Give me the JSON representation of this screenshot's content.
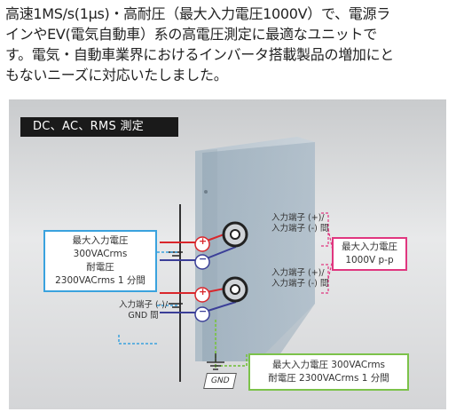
{
  "intro": {
    "lines": [
      "高速1MS/s(1μs)・高耐圧（最大入力電圧1000V）で、電源ラ",
      "インやEV(電気自動車）系の高電圧測定に最適なユニットで",
      "す。電気・自動車業界におけるインバータ搭載製品の増加にと",
      "もないニーズに対応いたしました。"
    ]
  },
  "figure": {
    "tag": "DC、AC、RMS 測定",
    "terminal_top": [
      "入力端子 (+)/",
      "入力端子 (-) 間"
    ],
    "terminal_bottom": [
      "入力端子 (+)/",
      "入力端子 (-) 間"
    ],
    "gnd_side": [
      "入力端子 (-)/",
      "GND 間"
    ],
    "blue_box": [
      "最大入力電圧",
      "300VACrms",
      "耐電圧",
      "2300VACrms 1 分間"
    ],
    "pink_box": [
      "最大入力電圧",
      "1000V p-p"
    ],
    "green_box": [
      "最大入力電圧 300VACrms",
      "耐電圧 2300VACrms 1 分間"
    ],
    "gnd_label": "GND",
    "plus_symbol": "+",
    "minus_symbol": "−",
    "colors": {
      "blue": "#3aa2de",
      "pink": "#e0367f",
      "green": "#7cc24a",
      "red_wire": "#d9262b",
      "blue_wire": "#3b3f98"
    }
  }
}
